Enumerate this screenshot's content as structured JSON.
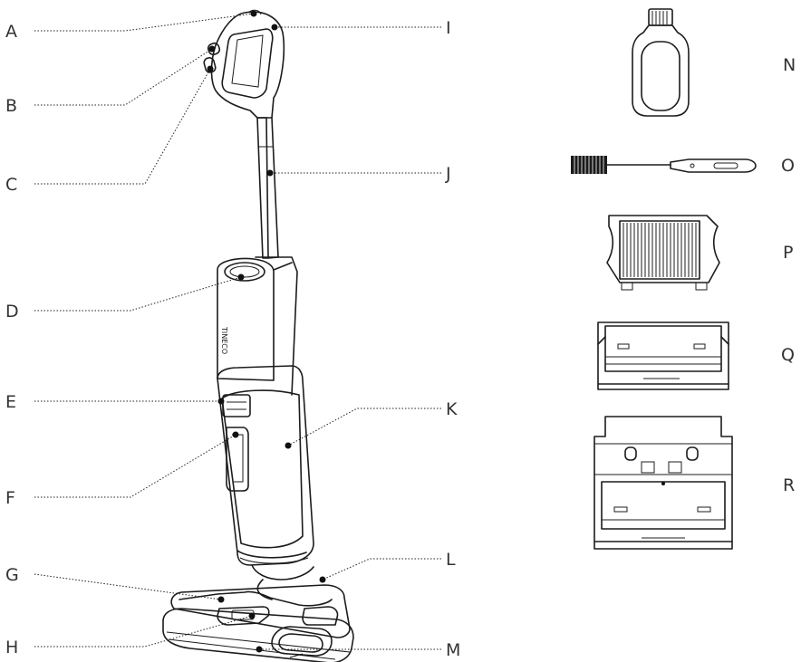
{
  "labels": {
    "A": "A",
    "B": "B",
    "C": "C",
    "D": "D",
    "E": "E",
    "F": "F",
    "G": "G",
    "H": "H",
    "I": "I",
    "J": "J",
    "K": "K",
    "L": "L",
    "M": "M",
    "N": "N",
    "O": "O",
    "P": "P",
    "Q": "Q",
    "R": "R"
  }
}
